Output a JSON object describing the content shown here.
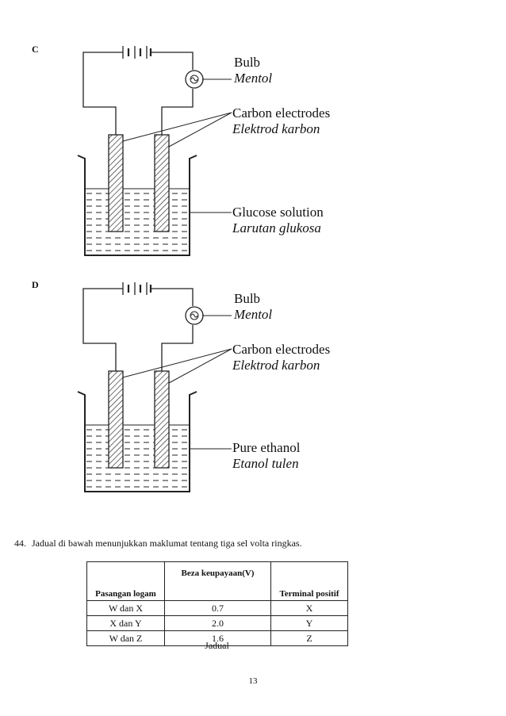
{
  "diagrams": [
    {
      "letter": "C",
      "bulb_en": "Bulb",
      "bulb_ms": "Mentol",
      "electrodes_en": "Carbon electrodes",
      "electrodes_ms": "Elektrod karbon",
      "solution_en": "Glucose solution",
      "solution_ms": "Larutan glukosa"
    },
    {
      "letter": "D",
      "bulb_en": "Bulb",
      "bulb_ms": "Mentol",
      "electrodes_en": "Carbon electrodes",
      "electrodes_ms": "Elektrod karbon",
      "solution_en": "Pure ethanol",
      "solution_ms": "Etanol tulen"
    }
  ],
  "question": {
    "number": "44.",
    "text": "Jadual di bawah menunjukkan maklumat tentang tiga sel volta ringkas."
  },
  "table": {
    "headers": [
      "Pasangan logam",
      "Beza keupayaan(V)",
      "Terminal positif"
    ],
    "rows": [
      [
        "W dan X",
        "0.7",
        "X"
      ],
      [
        "X dan Y",
        "2.0",
        "Y"
      ],
      [
        "W dan Z",
        "1.6",
        "Z"
      ]
    ],
    "caption": "Jadual"
  },
  "page_number": "13"
}
